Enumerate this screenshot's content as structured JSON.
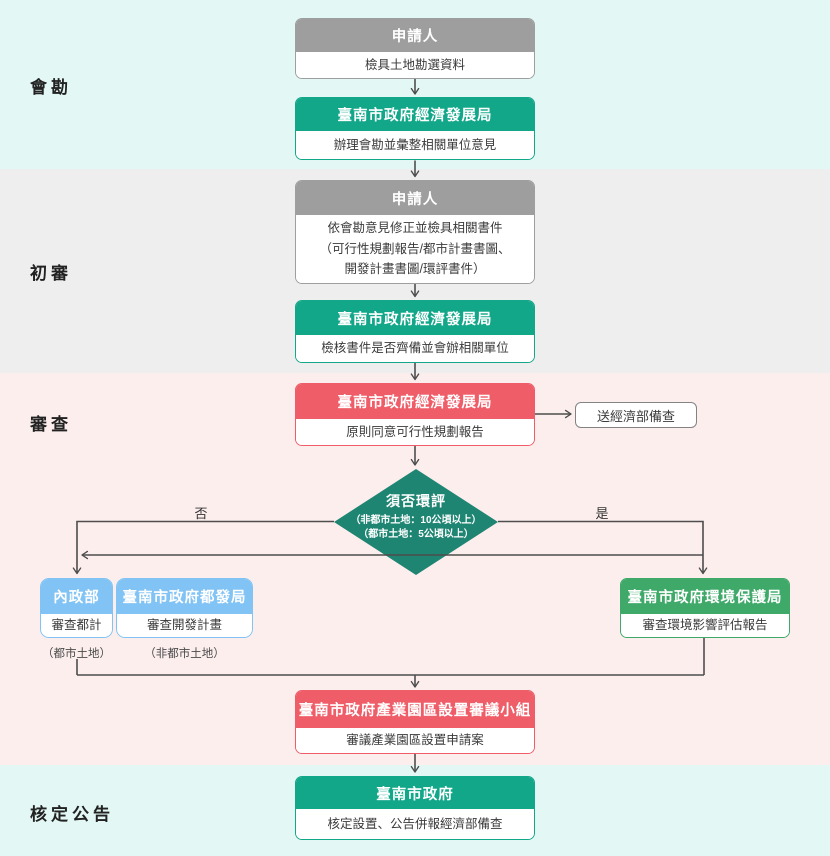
{
  "stages": {
    "survey": "會勘",
    "preliminary": "初審",
    "examination": "審查",
    "approval": "核定公告"
  },
  "branch_labels": {
    "no": "否",
    "yes": "是"
  },
  "boxes": {
    "applicant_survey": {
      "header": "申請人",
      "body": "檢具土地勘選資料"
    },
    "edb_survey": {
      "header": "臺南市政府經濟發展局",
      "body": "辦理會勘並彙整相關單位意見"
    },
    "applicant_revise": {
      "header": "申請人",
      "body_lines": [
        "依會勘意見修正並檢具相關書件",
        "（可行性規劃報告/都市計畫書圖、",
        "開發計畫書圖/環評書件）"
      ]
    },
    "edb_check": {
      "header": "臺南市政府經濟發展局",
      "body": "檢核書件是否齊備並會辦相關單位"
    },
    "edb_approve": {
      "header": "臺南市政府經濟發展局",
      "body": "原則同意可行性規劃報告"
    },
    "send_moea": {
      "label": "送經濟部備查"
    },
    "eia_decision": {
      "title": "須否環評",
      "note1": "（非都市土地：10公頃以上）",
      "note2": "（都市土地：5公頃以上）"
    },
    "moi": {
      "header": "內政部",
      "body": "審查都計",
      "caption": "（都市土地）"
    },
    "udb": {
      "header": "臺南市政府都發局",
      "body": "審查開發計畫",
      "caption": "（非都市土地）"
    },
    "epb": {
      "header": "臺南市政府環境保護局",
      "body": "審查環境影響評估報告"
    },
    "review_committee": {
      "header": "臺南市政府產業園區設置審議小組",
      "body": "審議產業園區設置申請案"
    },
    "city_gov": {
      "header": "臺南市政府",
      "body": "核定設置、公告併報經濟部備查"
    }
  },
  "colors": {
    "teal": "#13a78a",
    "gray": "#9e9e9e",
    "red": "#ee5d68",
    "blue": "#80c3f4",
    "green": "#3ea968",
    "diamond": "#1f8573",
    "band_mint": "#e3f8f4",
    "band_gray": "#eeeeee",
    "band_pink": "#fdeeee",
    "line": "#4d4d4d"
  }
}
